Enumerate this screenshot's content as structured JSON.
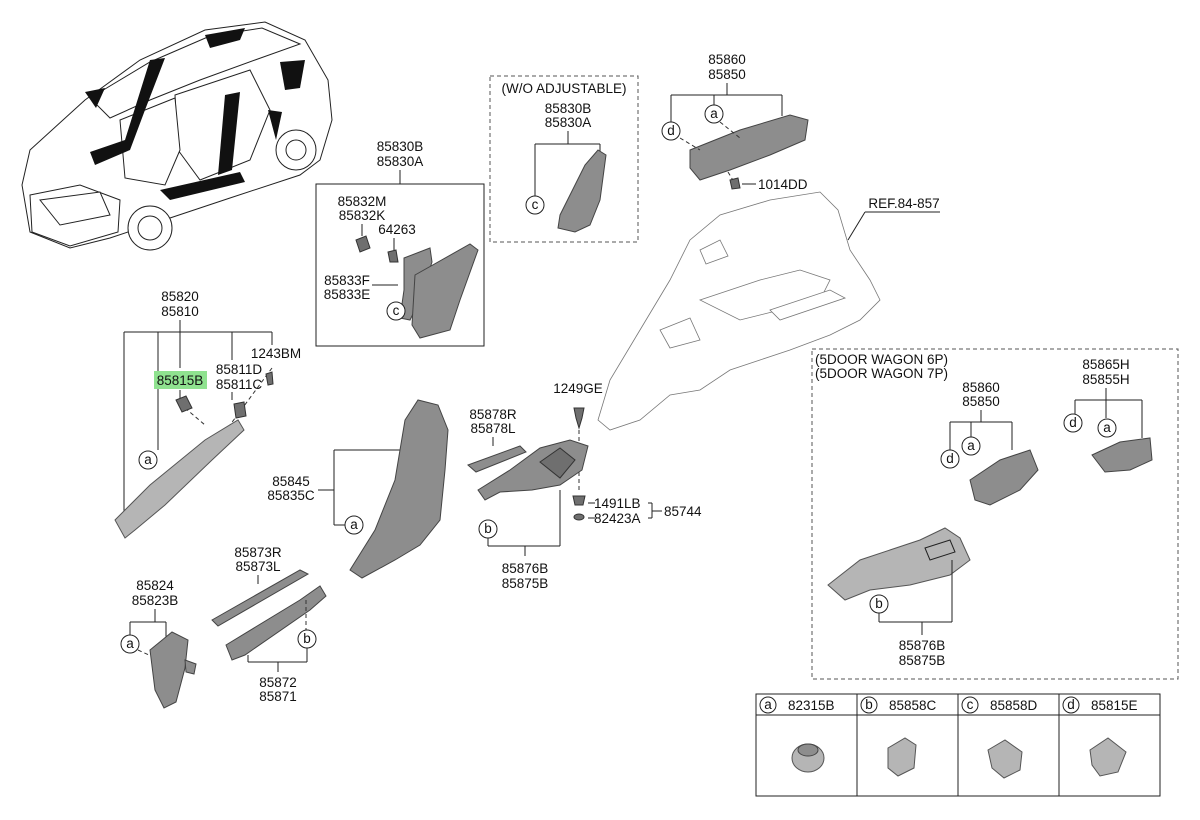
{
  "labels": {
    "p85820": "85820",
    "p85810": "85810",
    "p85815B": "85815B",
    "p85811D": "85811D",
    "p85811C": "85811C",
    "p1243BM": "1243BM",
    "p85824": "85824",
    "p85823B": "85823B",
    "p85830B_a": "85830B",
    "p85830A_a": "85830A",
    "p85832M": "85832M",
    "p85832K": "85832K",
    "p64263": "64263",
    "p85833F": "85833F",
    "p85833E": "85833E",
    "wo_adjustable": "(W/O ADJUSTABLE)",
    "p85830B_b": "85830B",
    "p85830A_b": "85830A",
    "p85860_a": "85860",
    "p85850_a": "85850",
    "p1014DD": "1014DD",
    "ref": "REF.84-857",
    "p1249GE": "1249GE",
    "p85878R": "85878R",
    "p85878L": "85878L",
    "p85845": "85845",
    "p85835C": "85835C",
    "p1491LB": "1491LB",
    "p82423A": "82423A",
    "p85744": "85744",
    "p85876B_a": "85876B",
    "p85875B_a": "85875B",
    "p85873R": "85873R",
    "p85873L": "85873L",
    "p85872": "85872",
    "p85871": "85871",
    "wagon6p": "(5DOOR WAGON 6P)",
    "wagon7p": "(5DOOR WAGON 7P)",
    "p85860_b": "85860",
    "p85850_b": "85850",
    "p85865H": "85865H",
    "p85855H": "85855H",
    "p85876B_b": "85876B",
    "p85875B_b": "85875B"
  },
  "callouts": {
    "a": "a",
    "b": "b",
    "c": "c",
    "d": "d"
  },
  "legend": [
    {
      "letter": "a",
      "part": "82315B"
    },
    {
      "letter": "b",
      "part": "85858C"
    },
    {
      "letter": "c",
      "part": "85858D"
    },
    {
      "letter": "d",
      "part": "85815E"
    }
  ],
  "colors": {
    "highlight": "#8fe28f",
    "part_fill": "#8d8d8d",
    "line": "#222222"
  }
}
